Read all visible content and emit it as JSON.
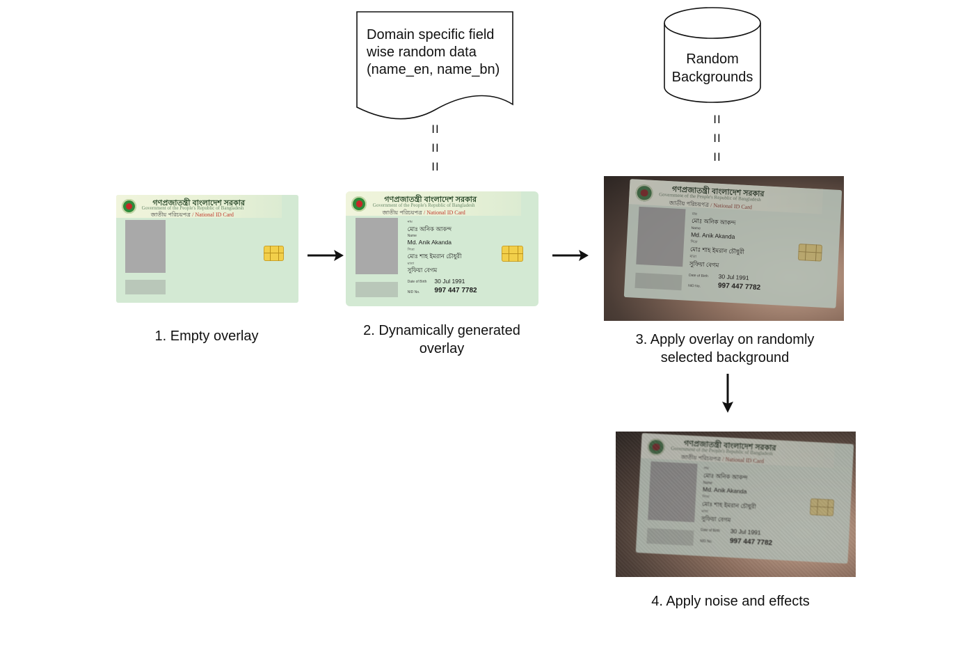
{
  "document": {
    "lines": [
      "Domain specific field",
      "wise random data",
      "(name_en, name_bn)"
    ]
  },
  "database": {
    "lines": [
      "Random",
      "Backgrounds"
    ]
  },
  "connector": {
    "symbol": "II"
  },
  "steps": [
    {
      "caption_lines": [
        "1. Empty overlay"
      ]
    },
    {
      "caption_lines": [
        "2. Dynamically generated",
        "overlay"
      ]
    },
    {
      "caption_lines": [
        "3. Apply overlay on randomly",
        "selected background"
      ]
    },
    {
      "caption_lines": [
        "4. Apply noise and effects"
      ]
    }
  ],
  "card": {
    "title_bn": "গণপ্রজাতন্ত্রী বাংলাদেশ সরকার",
    "title_en": "Government of the People's Republic of Bangladesh",
    "subtitle_bn": "জাতীয় পরিচয়পত্র",
    "subtitle_en": "/ National ID Card",
    "label_name_bn": "নাম",
    "name_bn": "মোঃ অনিক আকন্দ",
    "label_name": "Name",
    "name_en": "Md. Anik Akanda",
    "label_father": "পিতা",
    "father_bn": "মোঃ শাহ ইমরান চৌধুরী",
    "label_mother": "মাতা",
    "mother_bn": "সুফিয়া বেগম",
    "label_dob": "Date of Birth",
    "dob": "30 Jul 1991",
    "label_nid": "NID No.",
    "nid": "997 447 7782"
  }
}
